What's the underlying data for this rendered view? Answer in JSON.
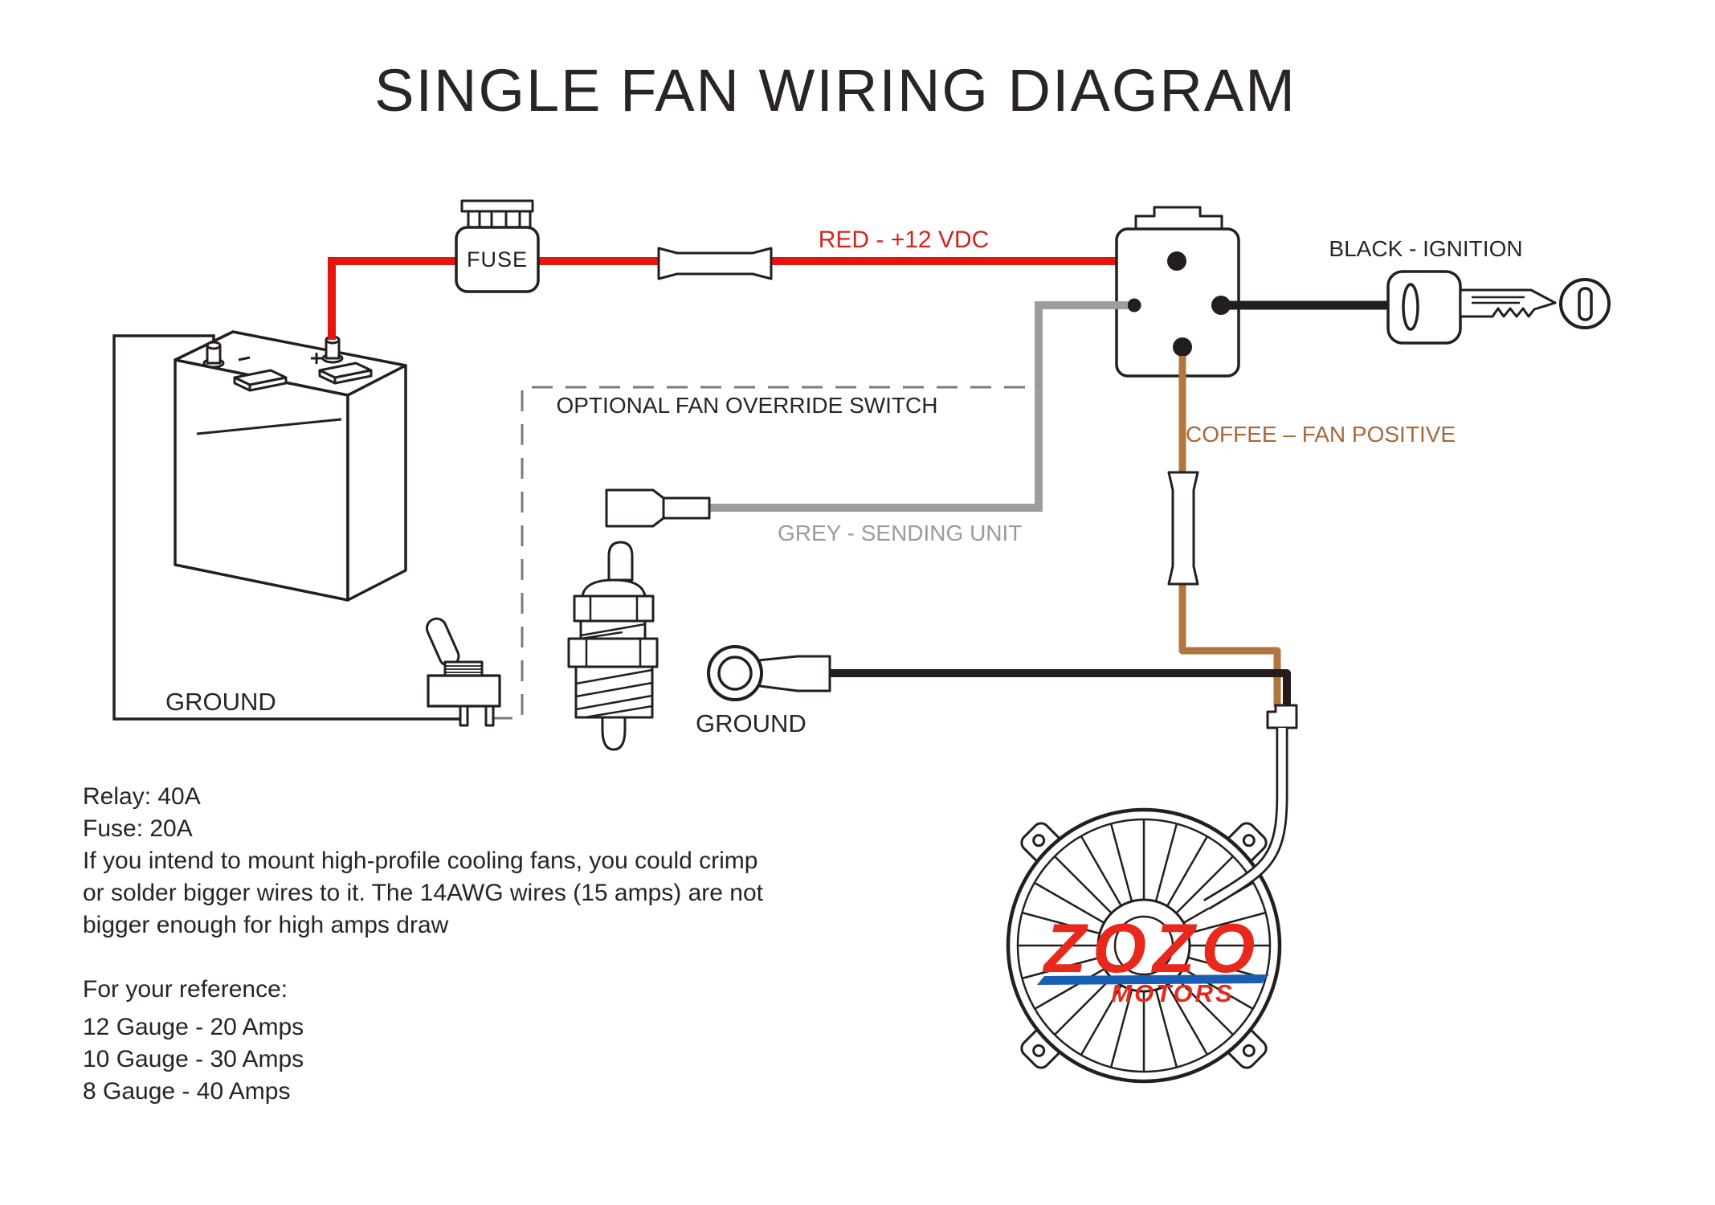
{
  "title": "SINGLE FAN WIRING DIAGRAM",
  "labels": {
    "fuse": "FUSE",
    "red_wire": "RED - +12 VDC",
    "black_ignition": "BLACK - IGNITION",
    "coffee_wire": "COFFEE – FAN POSITIVE",
    "optional_switch": "OPTIONAL FAN OVERRIDE SWITCH",
    "grey_wire": "GREY - SENDING UNIT",
    "ground_battery": "GROUND",
    "ground_fan": "GROUND"
  },
  "notes": {
    "lines": [
      "Relay: 40A",
      "Fuse: 20A",
      "If you intend to mount high-profile cooling fans, you could crimp",
      "or solder bigger wires to it. The 14AWG wires (15 amps) are not",
      "bigger enough for high amps draw"
    ],
    "reference_heading": "For your reference:",
    "reference_lines": [
      "12 Gauge - 20 Amps",
      "10 Gauge - 30 Amps",
      "8 Gauge - 40 Amps"
    ]
  },
  "fan_logo": {
    "brand": "ZOZO",
    "subtitle": "MOTORS"
  },
  "colors": {
    "wire_red": "#e8150c",
    "wire_grey": "#9d9d9d",
    "wire_coffee": "#b1763f",
    "wire_black": "#231d1e",
    "label_red": "#d0261c",
    "label_coffee": "#a8683a",
    "label_grey": "#9b9b9b",
    "logo_red": "#e8281c",
    "logo_blue": "#1b5fb4",
    "outline": "#241e1f"
  }
}
